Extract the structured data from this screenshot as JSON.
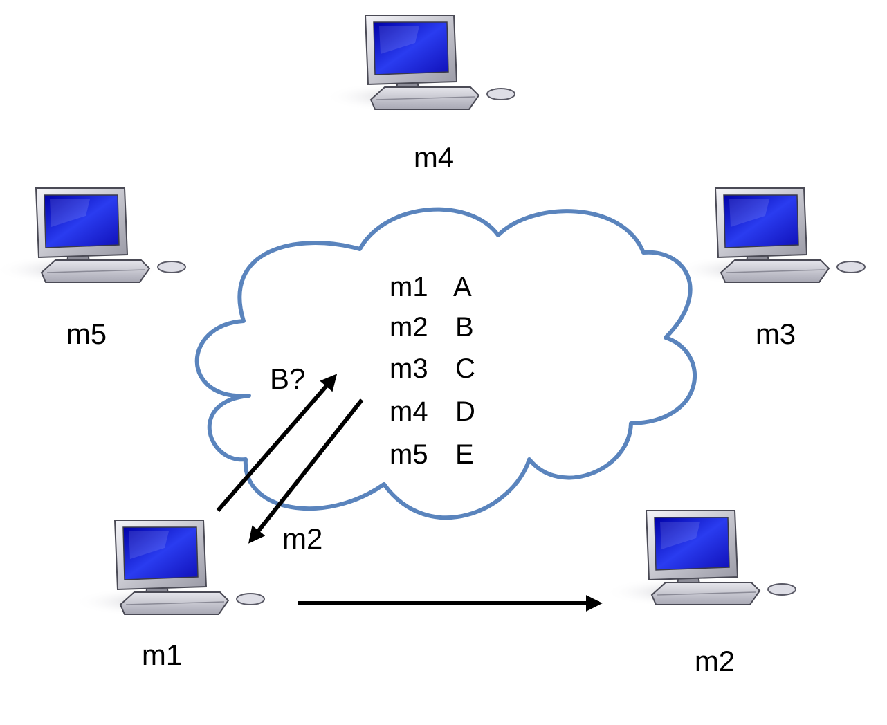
{
  "machines": [
    {
      "id": "m4",
      "label": "m4"
    },
    {
      "id": "m5",
      "label": "m5"
    },
    {
      "id": "m3",
      "label": "m3"
    },
    {
      "id": "m1",
      "label": "m1"
    },
    {
      "id": "m2",
      "label": "m2"
    }
  ],
  "directory": [
    {
      "machine": "m1",
      "resource": "A"
    },
    {
      "machine": "m2",
      "resource": "B"
    },
    {
      "machine": "m3",
      "resource": "C"
    },
    {
      "machine": "m4",
      "resource": "D"
    },
    {
      "machine": "m5",
      "resource": "E"
    }
  ],
  "query_label": "B?",
  "reply_label": "m2",
  "colors": {
    "cloud_stroke": "#5a84bd",
    "screen_blue": "#1e1ee0",
    "arrow": "#000000"
  }
}
